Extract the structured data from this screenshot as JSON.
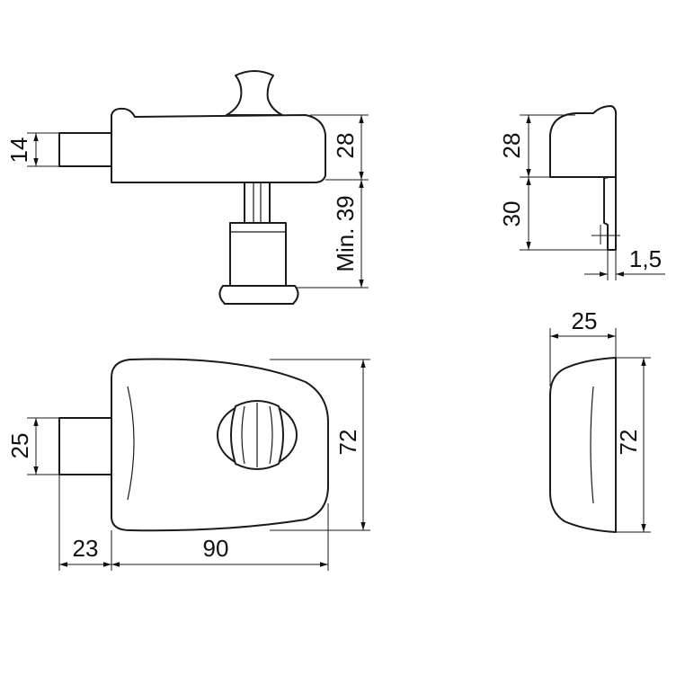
{
  "drawing": {
    "top_view": {
      "bolt_height": "14",
      "body_height": "28",
      "cylinder_length": "Min. 39"
    },
    "side_view_top": {
      "body_height": "28",
      "plate_height": "30",
      "plate_thickness": "1,5"
    },
    "front_view": {
      "bolt_height": "25",
      "height": "72",
      "bolt_length": "23",
      "width": "90"
    },
    "side_view_bottom": {
      "depth": "25",
      "height": "72"
    }
  },
  "colors": {
    "line": "#1a1a1a",
    "background": "#ffffff"
  }
}
